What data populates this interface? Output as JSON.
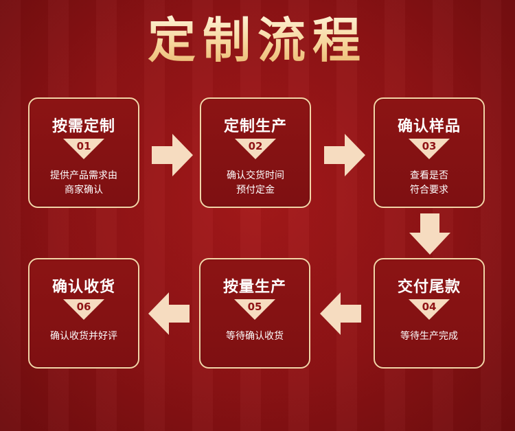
{
  "title": "定制流程",
  "colors": {
    "background": "#8e1315",
    "card_border": "#f4d4a7",
    "arrow": "#f6dcc0",
    "number_text": "#8e1315"
  },
  "steps": [
    {
      "title": "按需定制",
      "num": "01",
      "line1": "提供产品需求由",
      "line2": "商家确认"
    },
    {
      "title": "定制生产",
      "num": "02",
      "line1": "确认交货时间",
      "line2": "预付定金"
    },
    {
      "title": "确认样品",
      "num": "03",
      "line1": "查看是否",
      "line2": "符合要求"
    },
    {
      "title": "交付尾款",
      "num": "04",
      "line1": "等待生产完成",
      "line2": ""
    },
    {
      "title": "按量生产",
      "num": "05",
      "line1": "等待确认收货",
      "line2": ""
    },
    {
      "title": "确认收货",
      "num": "06",
      "line1": "确认收货并好评",
      "line2": ""
    }
  ]
}
